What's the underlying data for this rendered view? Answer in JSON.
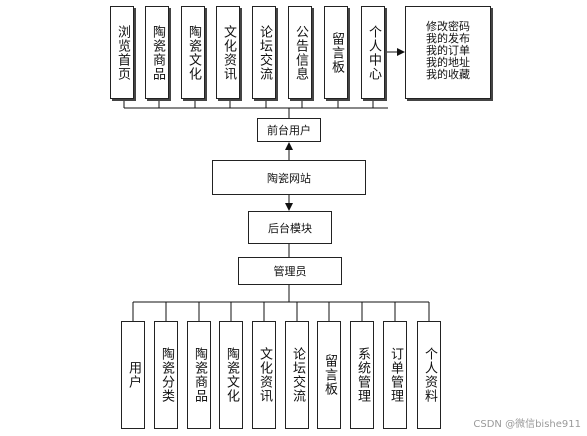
{
  "top_modules": [
    "浏览首页",
    "陶瓷商品",
    "陶瓷文化",
    "文化资讯",
    "论坛交流",
    "公告信息",
    "留言板",
    "个人中心"
  ],
  "personal_center_items": [
    "修改密码",
    "我的发布",
    "我的订单",
    "我的地址",
    "我的收藏"
  ],
  "front_user": "前台用户",
  "website": "陶瓷网站",
  "backend": "后台模块",
  "admin": "管理员",
  "bottom_modules": [
    "用户",
    "陶瓷分类",
    "陶瓷商品",
    "陶瓷文化",
    "文化资讯",
    "论坛交流",
    "留言板",
    "系统管理",
    "订单管理",
    "个人资料"
  ],
  "watermark": "CSDN @微信bishe911"
}
